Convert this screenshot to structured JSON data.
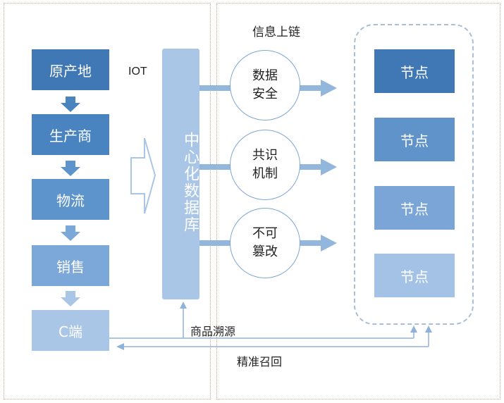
{
  "supply_chain": {
    "stages": [
      "原产地",
      "生产商",
      "物流",
      "销售",
      "C端"
    ],
    "colors": [
      "#3f78b5",
      "#4a84c0",
      "#5d94cc",
      "#7ba8d8",
      "#a9c6e6"
    ]
  },
  "iot_label": "IOT",
  "central_database": {
    "label": "中心化数据库",
    "color": "#a9c6e6"
  },
  "blockchain": {
    "title": "信息上链",
    "properties": [
      {
        "line1": "数据",
        "line2": "安全"
      },
      {
        "line1": "共识",
        "line2": "机制"
      },
      {
        "line1": "不可",
        "line2": "篡改"
      }
    ],
    "nodes": [
      "节点",
      "节点",
      "节点",
      "节点"
    ],
    "node_colors": [
      "#3f78b5",
      "#5f93c9",
      "#7aa5d6",
      "#a4c2e6"
    ]
  },
  "flows": {
    "traceability": "商品溯源",
    "precise_recall": "精准召回"
  },
  "colors": {
    "arrow": "#93b6dd",
    "frame": "#c9a58a",
    "node_border": "#a8bfd6"
  }
}
